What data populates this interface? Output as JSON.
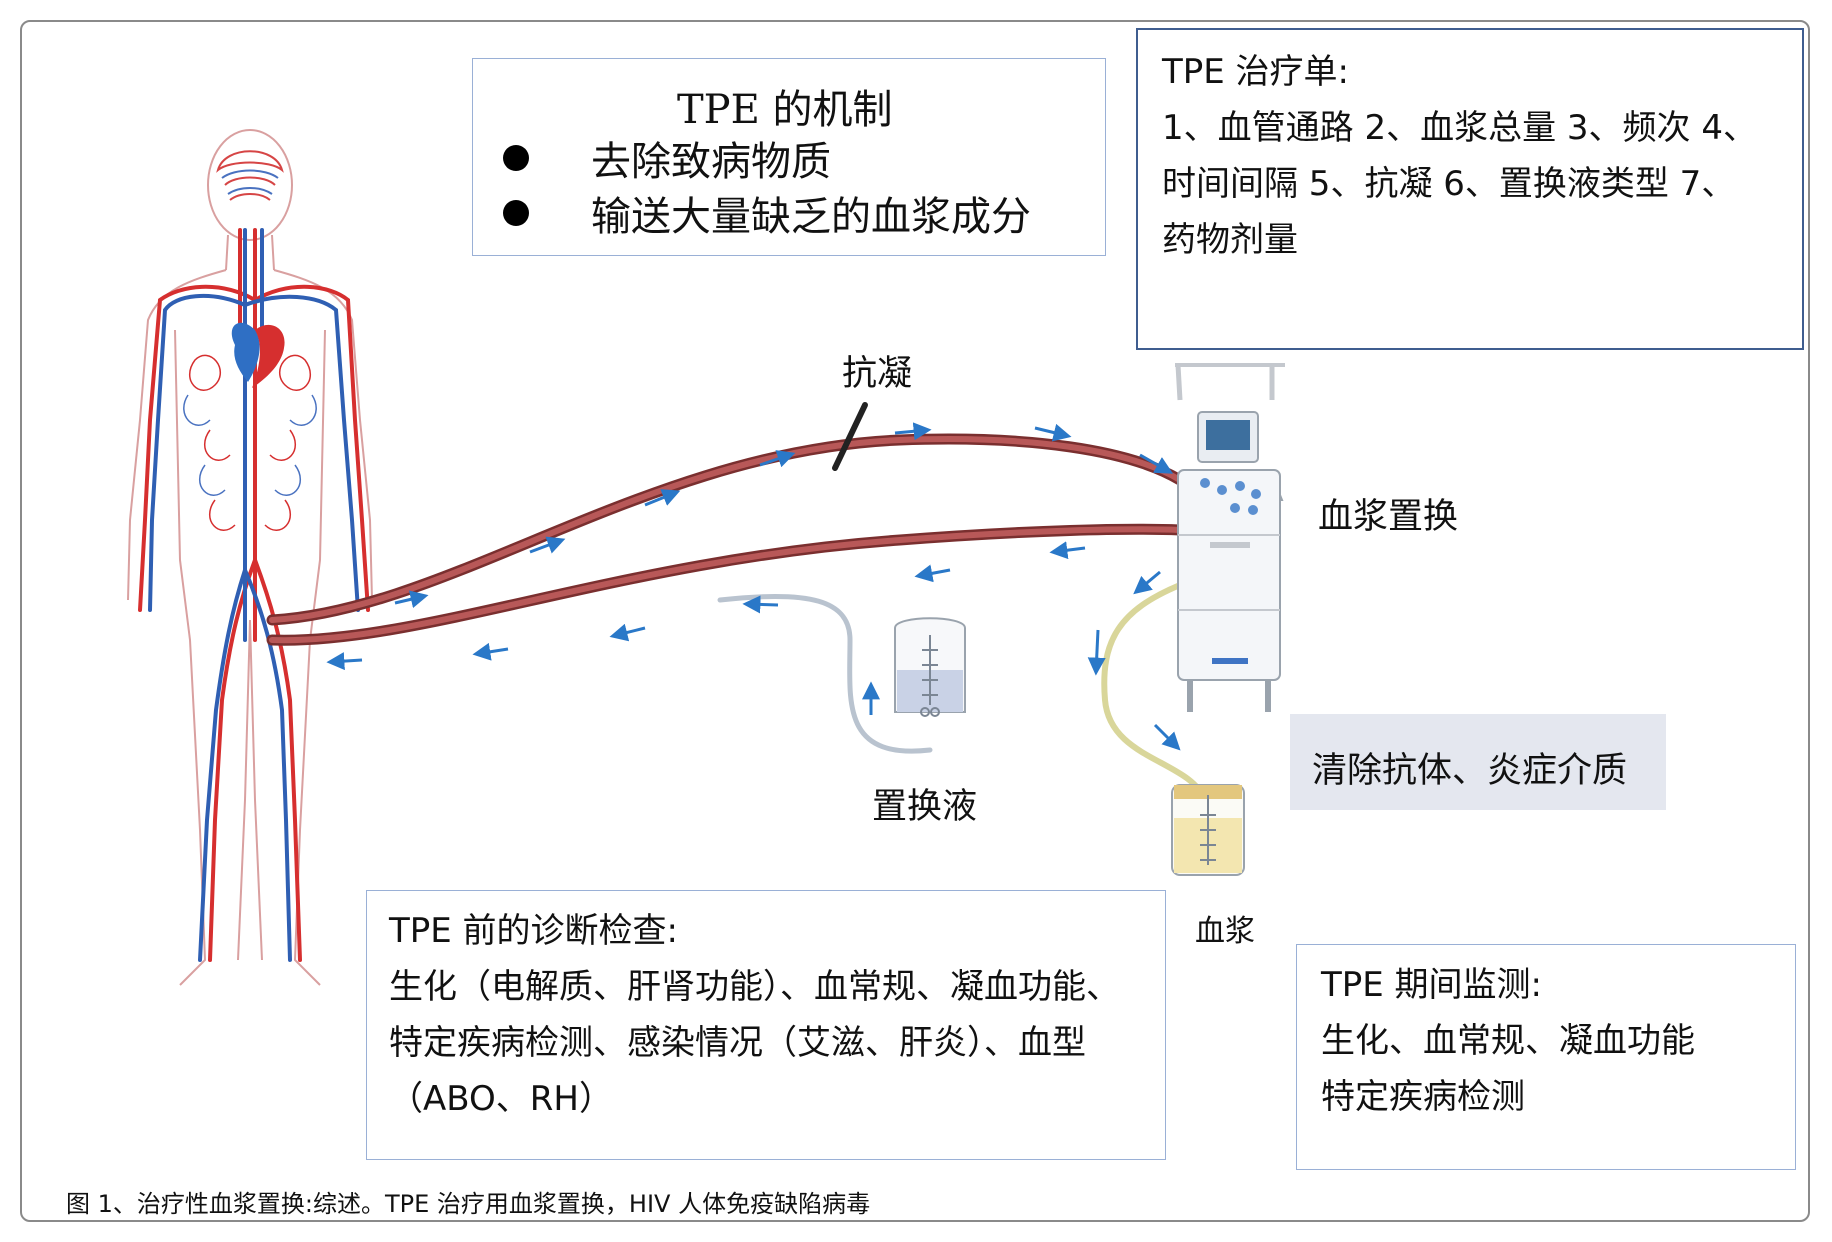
{
  "mechanism": {
    "title": "TPE  的机制",
    "bullets": [
      "去除致病物质",
      "输送大量缺乏的血浆成分"
    ]
  },
  "treatment": {
    "title": "TPE 治疗单:",
    "lines": [
      "1、血管通路 2、血浆总量 3、频次 4、",
      "时间间隔 5、抗凝 6、置换液类型 7、",
      "药物剂量"
    ]
  },
  "labels": {
    "anticoag": "抗凝",
    "exchange": "血浆置换",
    "replacement": "置换液",
    "plasma": "血浆",
    "clear": "清除抗体、炎症介质"
  },
  "pre_exam": {
    "title": "TPE 前的诊断检查:",
    "lines": [
      "生化（电解质、肝肾功能）、血常规、凝血功能、",
      "特定疾病检测、感染情况（艾滋、肝炎）、血型",
      "（ABO、RH）"
    ]
  },
  "monitor": {
    "title": "TPE 期间监测:",
    "lines": [
      "生化、血常规、凝血功能",
      "特定疾病检测"
    ]
  },
  "caption": "图 1、治疗性血浆置换:综述。TPE 治疗用血浆置换，HIV 人体免疫缺陷病毒",
  "colors": {
    "artery": "#d62f2f",
    "vein": "#2f5fb3",
    "tube": "#a24a4a",
    "arrow": "#2a78c8",
    "box_border": "#9ab0d6",
    "box_border_dark": "#3f5d8f",
    "highlight_bg": "#e4e7ef"
  },
  "icons": [
    "human-circulatory-system-icon",
    "heart-icon",
    "plasmapheresis-machine-icon",
    "replacement-fluid-bag-icon",
    "plasma-bag-icon",
    "flow-arrow-icon"
  ]
}
